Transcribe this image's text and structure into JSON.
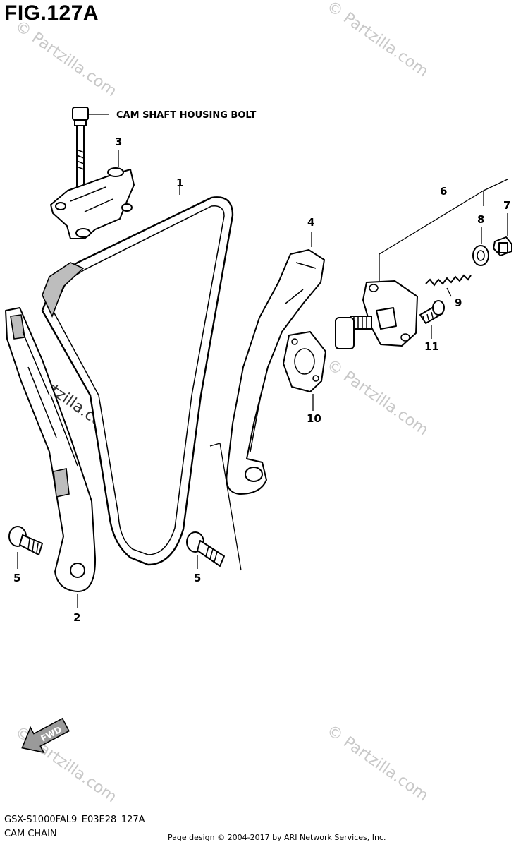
{
  "figure": {
    "title": "FIG.127A"
  },
  "labels": {
    "cam_shaft_housing_bolt": "CAM SHAFT HOUSING BOLT",
    "fwd": "FWD"
  },
  "callouts": [
    "1",
    "2",
    "3",
    "4",
    "5",
    "5",
    "6",
    "7",
    "8",
    "9",
    "10",
    "11"
  ],
  "watermark": {
    "text": "© Partzilla.com"
  },
  "footer": {
    "diagram_code": "GSX-S1000FAL9_E03E28_127A",
    "diagram_name": "CAM CHAIN",
    "copyright": "Page design © 2004-2017 by ARI Network Services, Inc."
  }
}
